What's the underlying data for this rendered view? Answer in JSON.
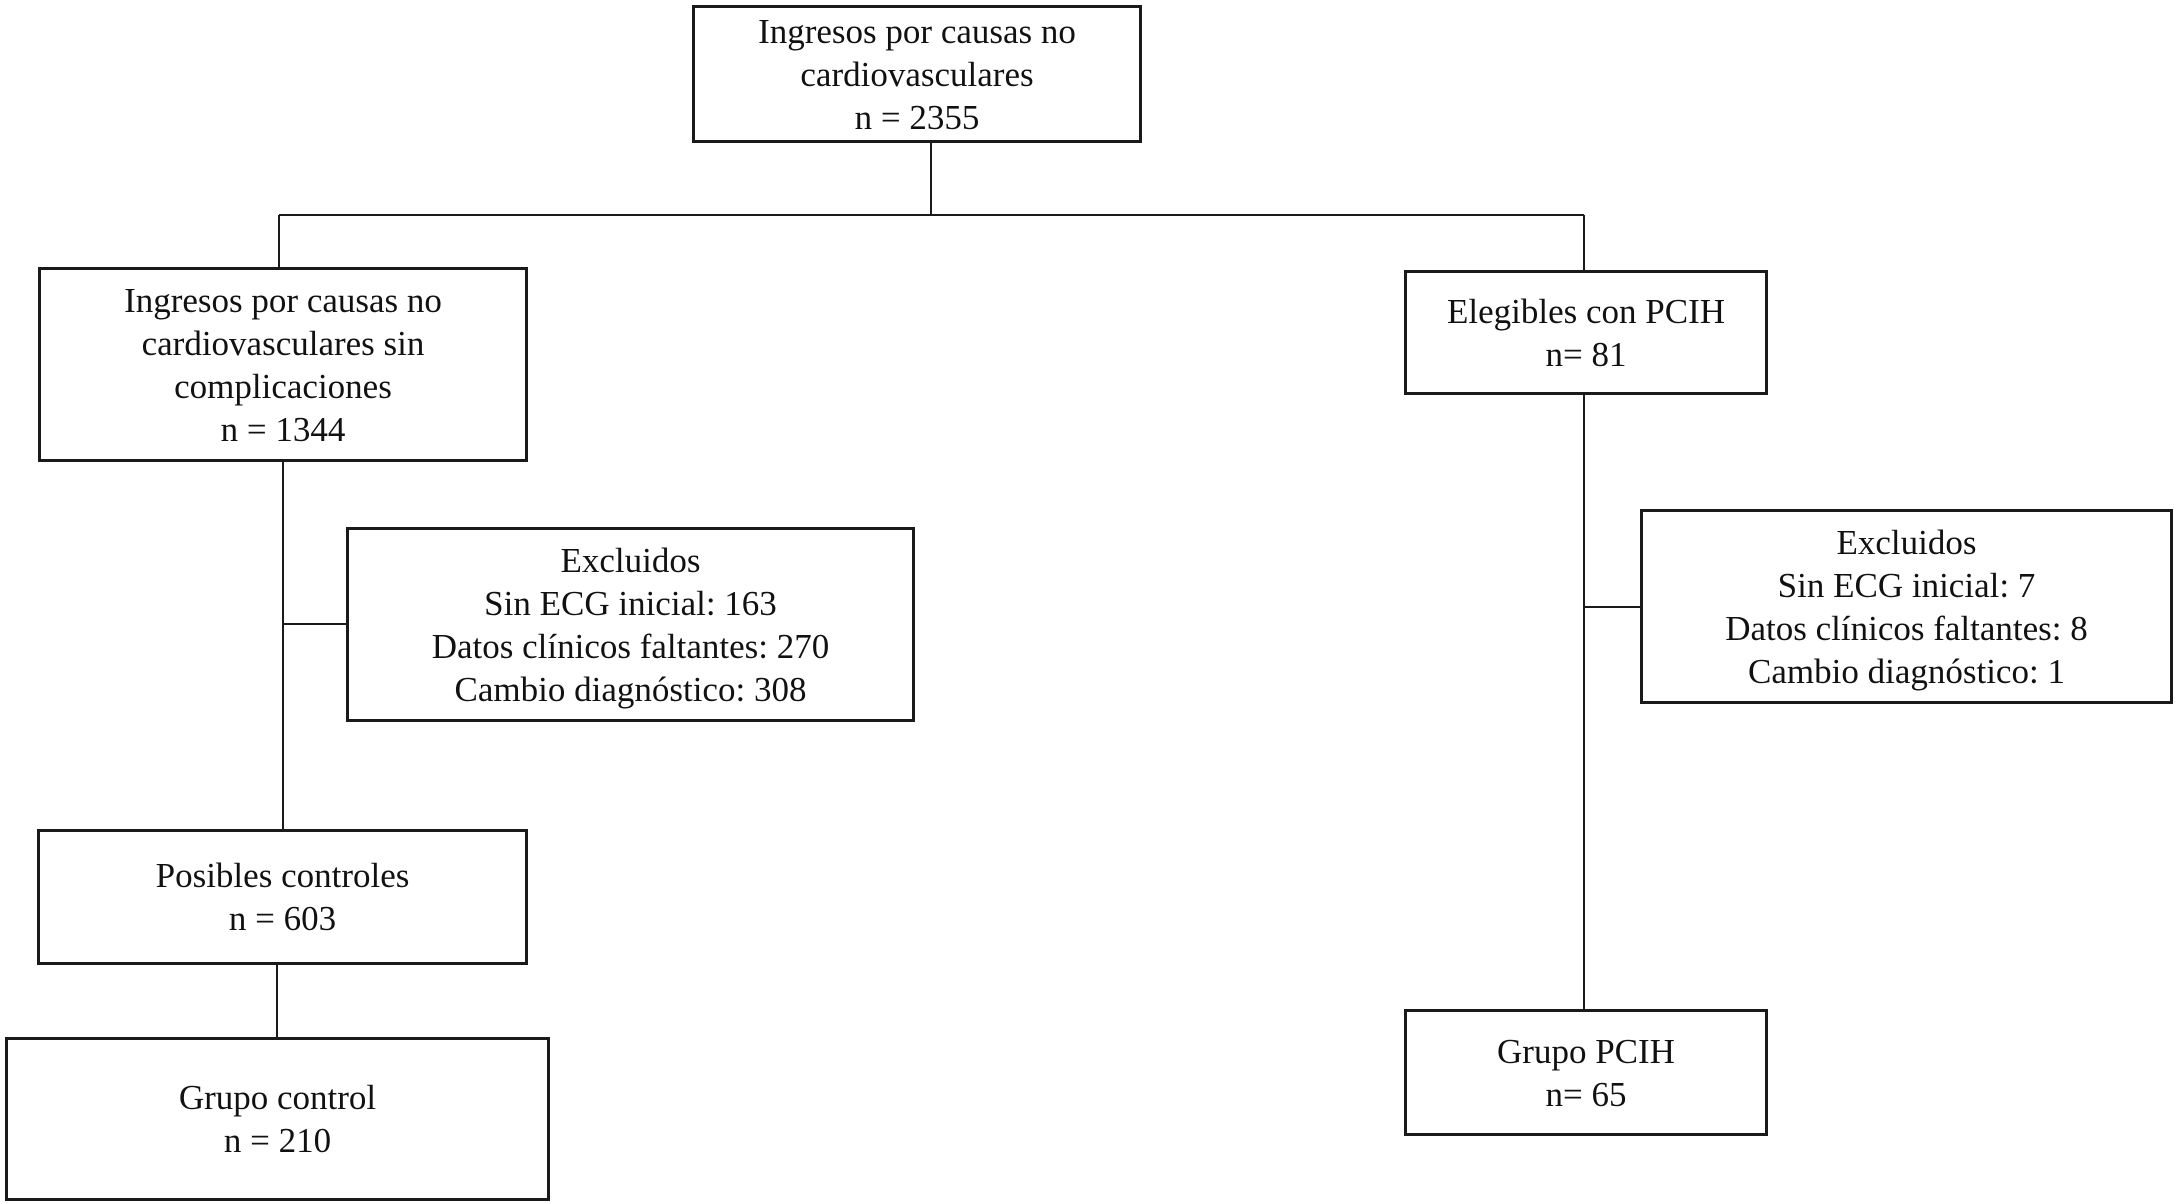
{
  "nodes": {
    "top": {
      "lines": [
        "Ingresos por causas no",
        "cardiovasculares",
        "n = 2355"
      ]
    },
    "left_uncomplicated": {
      "lines": [
        "Ingresos por causas no",
        "cardiovasculares sin",
        "complicaciones",
        "n = 1344"
      ]
    },
    "left_excluded": {
      "lines": [
        "Excluidos",
        "Sin ECG inicial: 163",
        "Datos clínicos faltantes: 270",
        "Cambio diagnóstico: 308"
      ]
    },
    "left_possible_controls": {
      "lines": [
        "Posibles controles",
        "n = 603"
      ]
    },
    "left_control_group": {
      "lines": [
        "Grupo control",
        "n = 210"
      ]
    },
    "right_eligible": {
      "lines": [
        "Elegibles con PCIH",
        "n= 81"
      ]
    },
    "right_excluded": {
      "lines": [
        "Excluidos",
        "Sin ECG inicial: 7",
        "Datos clínicos faltantes: 8",
        "Cambio diagnóstico: 1"
      ]
    },
    "right_group": {
      "lines": [
        "Grupo PCIH",
        "n= 65"
      ]
    }
  },
  "colors": {
    "line": "#1a1a1a",
    "background": "#ffffff",
    "text": "#111111"
  }
}
